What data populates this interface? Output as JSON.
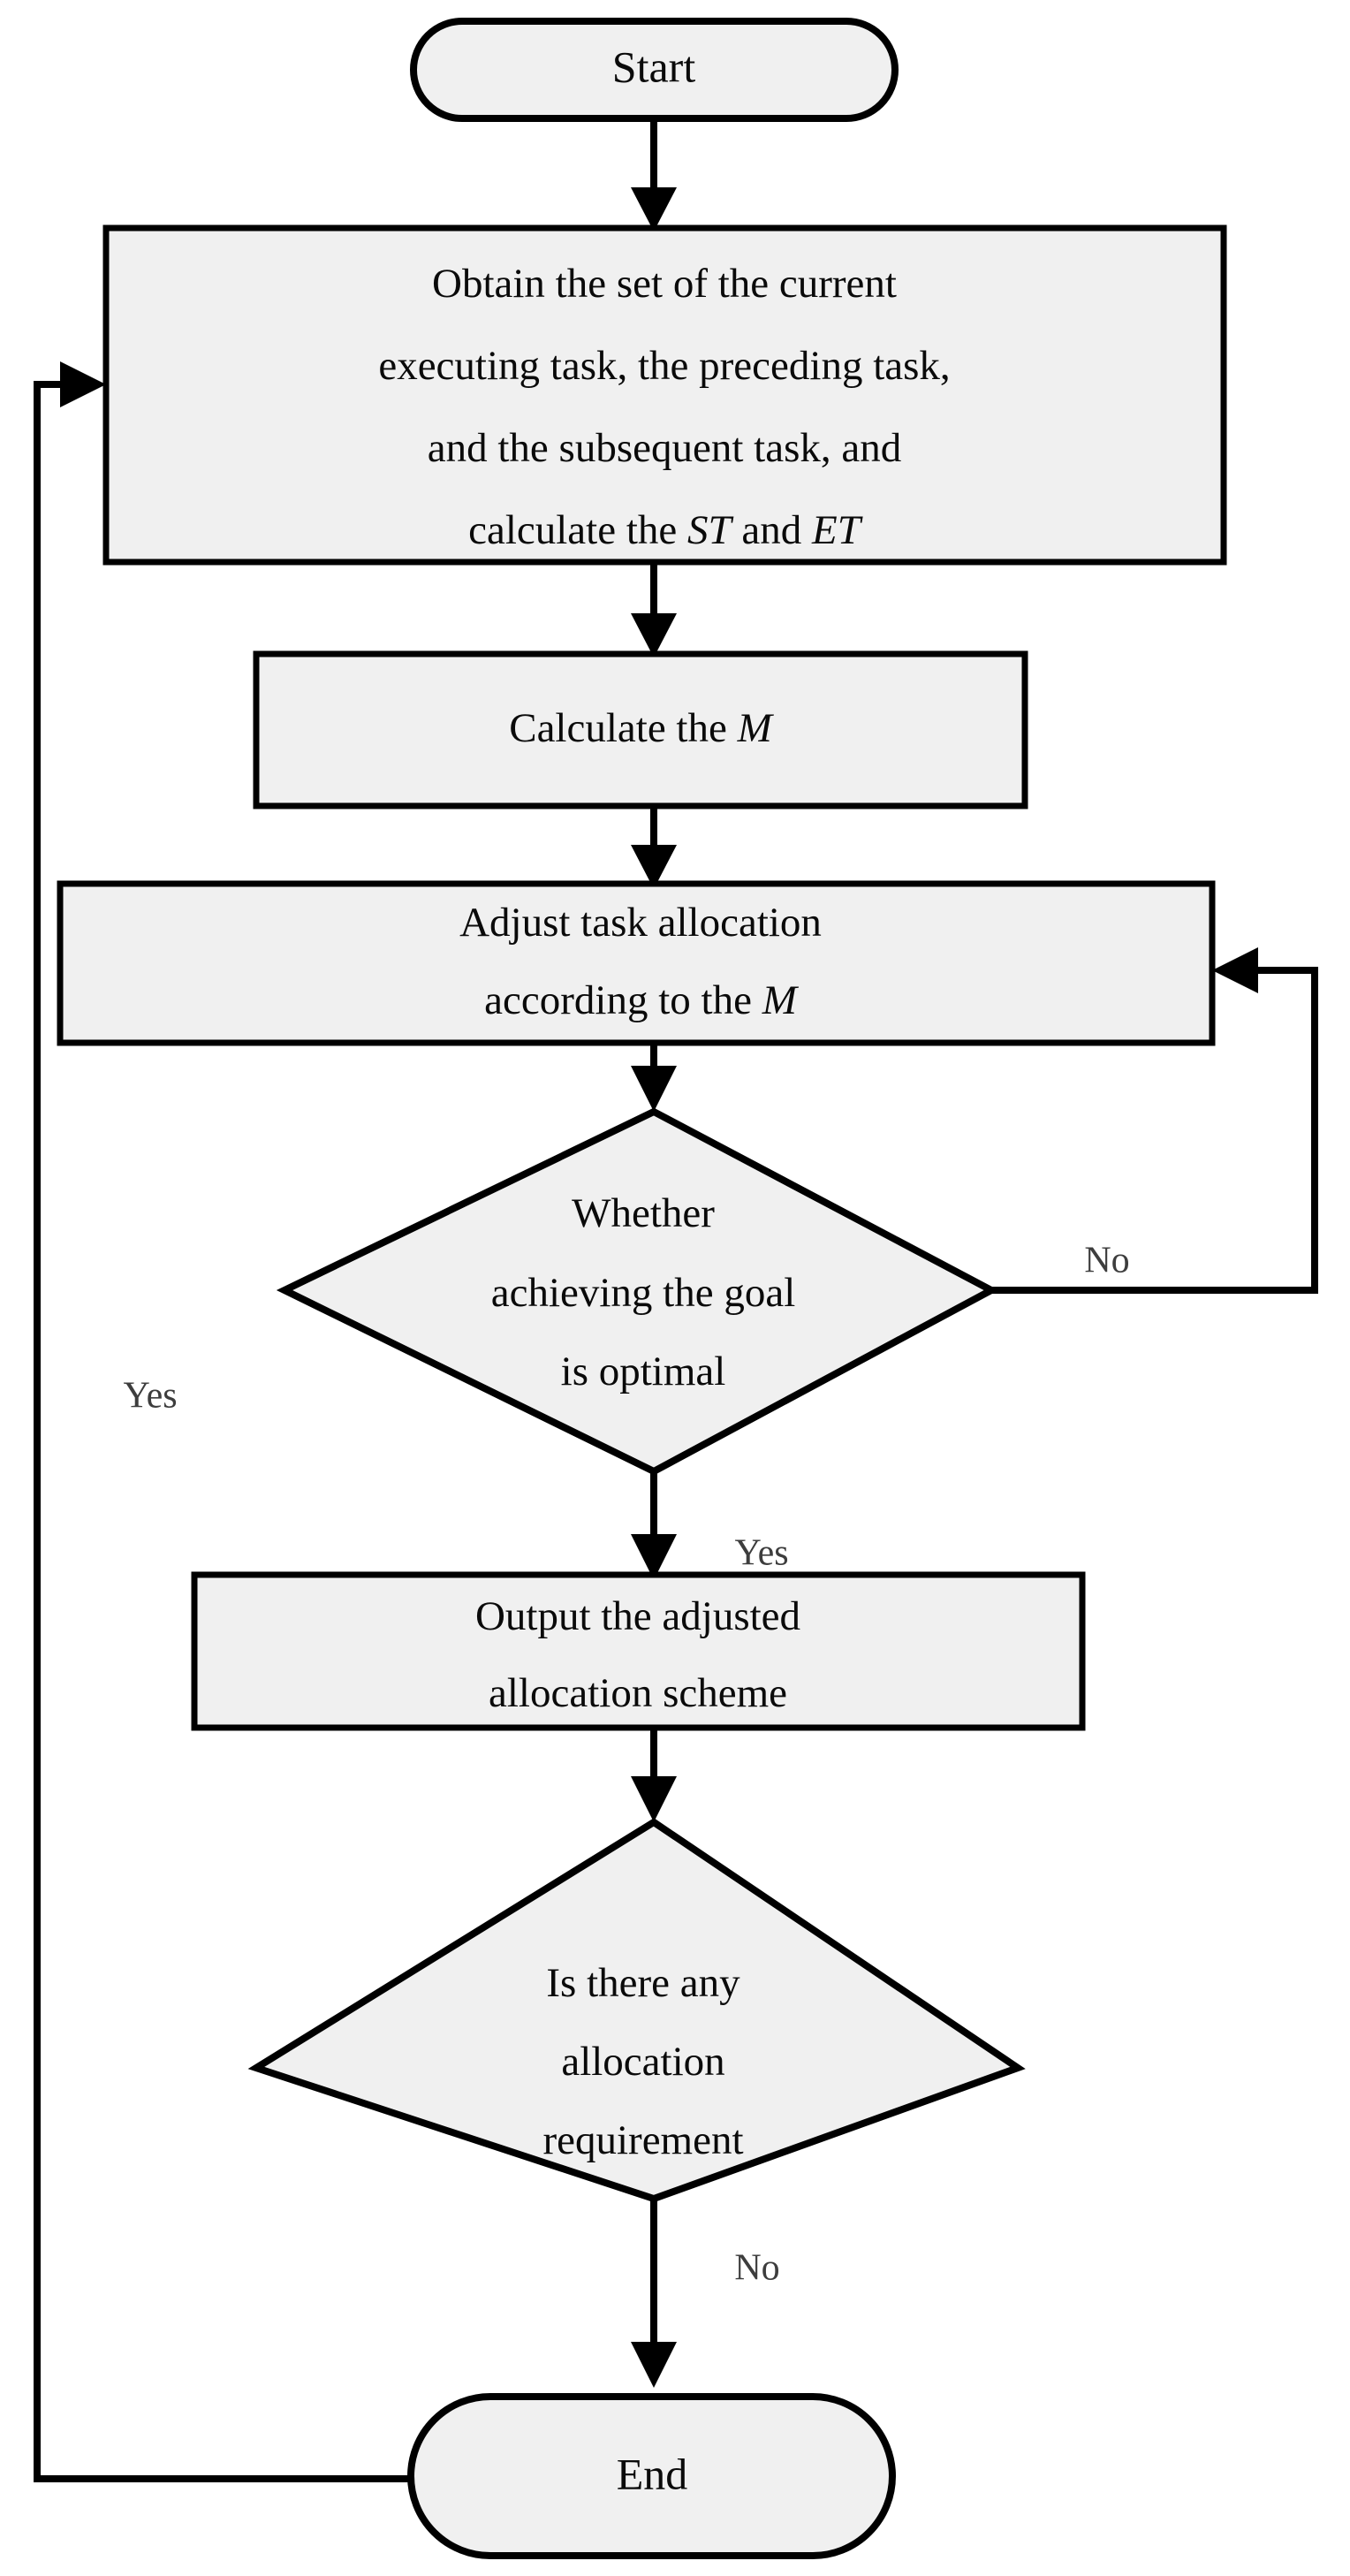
{
  "diagram": {
    "title": "Task allocation adjustment flowchart",
    "colors": {
      "node_fill": "#f0f0f0",
      "node_stroke": "#000000",
      "text": "#0a0a0a",
      "edge_label": "#3d3d3d",
      "background": "#ffffff"
    },
    "nodes": {
      "start": {
        "label": "Start",
        "shape": "terminator"
      },
      "obtain": {
        "shape": "process",
        "lines": [
          "Obtain the set of the current",
          "executing task, the preceding task,",
          "and the subsequent task, and",
          "calculate the ST and ET"
        ],
        "line4_pre": "calculate the ",
        "line4_italic_a": "ST",
        "line4_mid": " and ",
        "line4_italic_b": "ET"
      },
      "calculate_m": {
        "shape": "process",
        "text_pre": "Calculate the ",
        "text_italic": "M"
      },
      "adjust": {
        "shape": "process",
        "line1": "Adjust task allocation",
        "line2_pre": "according to the ",
        "line2_italic": "M"
      },
      "decision_goal": {
        "shape": "decision",
        "lines": [
          "Whether",
          "achieving the goal",
          "is optimal"
        ]
      },
      "output": {
        "shape": "process",
        "lines": [
          "Output the adjusted",
          "allocation scheme"
        ]
      },
      "decision_requirement": {
        "shape": "decision",
        "lines": [
          "Is there any",
          "allocation",
          "requirement"
        ]
      },
      "end": {
        "label": "End",
        "shape": "terminator"
      }
    },
    "edge_labels": {
      "goal_no": "No",
      "goal_yes_left": "Yes",
      "goal_yes_down": "Yes",
      "requirement_no": "No"
    }
  }
}
